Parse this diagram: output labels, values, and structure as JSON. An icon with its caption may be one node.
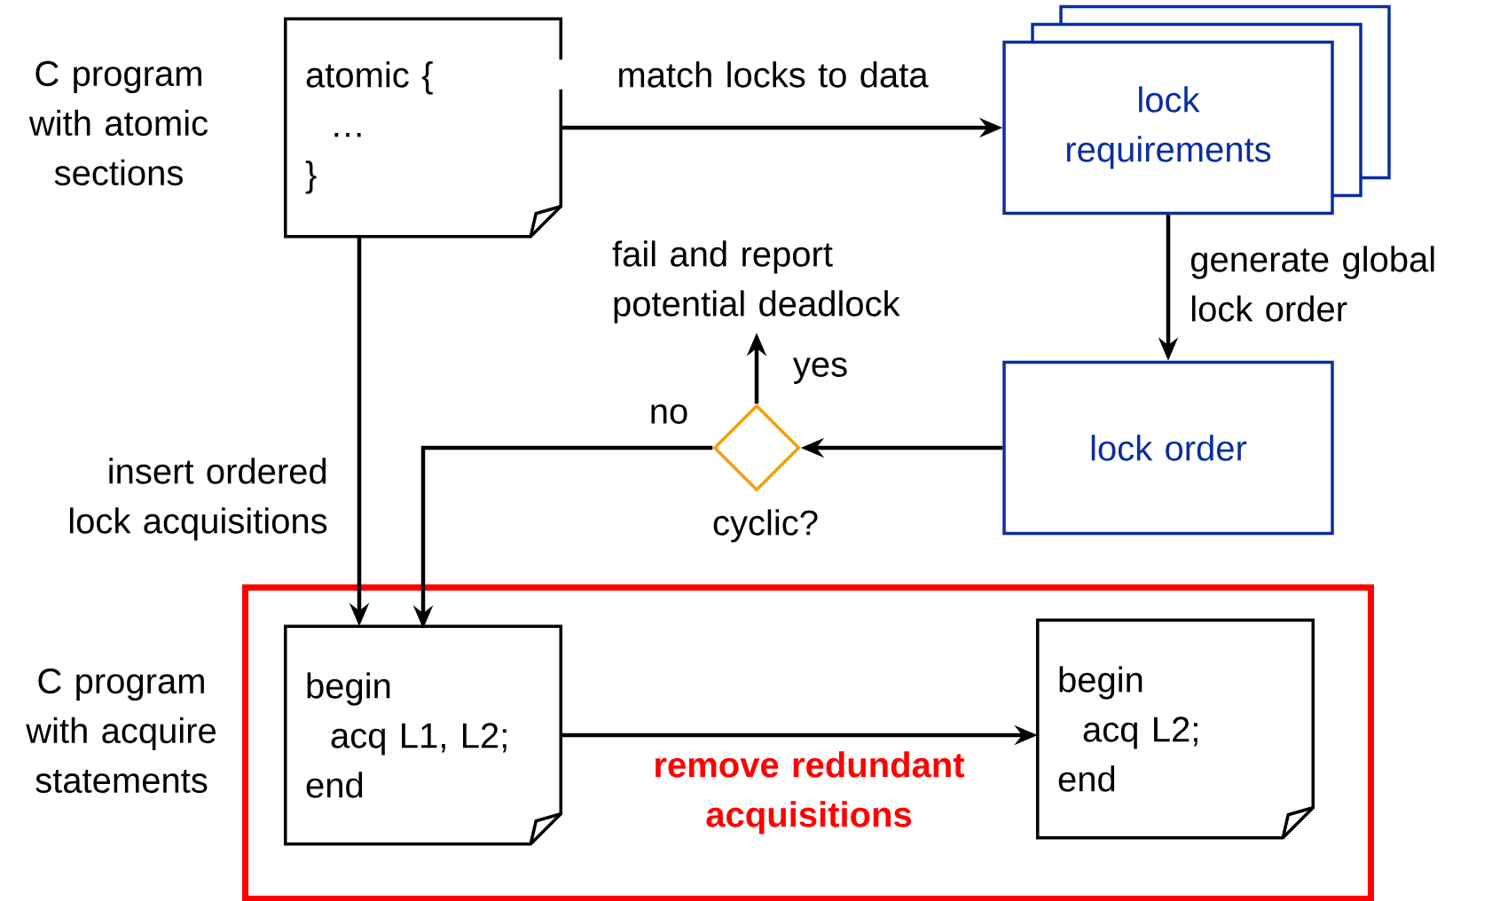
{
  "diagram": {
    "nodes": [
      {
        "text": [
          "atomic {",
          "…",
          "}"
        ],
        "beside": [
          "C program with atomic sections"
        ]
      },
      {
        "text": [
          "lock requirements"
        ]
      },
      {
        "text": [],
        "shape": "diamond",
        "beside": [
          "cyclic?"
        ]
      },
      {
        "text": [
          "lock order"
        ]
      },
      {
        "text": [
          "remove redundant acquisitions"
        ]
      },
      {
        "text": [
          "begin",
          "acq L1, L2;",
          "end"
        ],
        "in": 4,
        "beside": [
          "C program with acquire statements"
        ]
      },
      {
        "text": [
          "begin",
          "acq L2;",
          "end"
        ],
        "in": 4
      },
      {
        "text": [
          "fail and report potential deadlock"
        ]
      }
    ],
    "edges": [
      {
        "from": 0,
        "to": 1,
        "arrow": "to",
        "label": "match locks to data"
      },
      {
        "from": 1,
        "to": 3,
        "arrow": "to",
        "label": "generate global lock order"
      },
      {
        "from": 3,
        "to": 2,
        "arrow": "to"
      },
      {
        "from": 2,
        "to": 7,
        "arrow": "to",
        "label": "yes"
      },
      {
        "from": 2,
        "to": 5,
        "arrow": "to",
        "label": "no"
      },
      {
        "from": 0,
        "to": 5,
        "arrow": "to",
        "label": "insert ordered lock acquisitions"
      },
      {
        "from": 5,
        "to": 6,
        "arrow": "to"
      }
    ]
  }
}
